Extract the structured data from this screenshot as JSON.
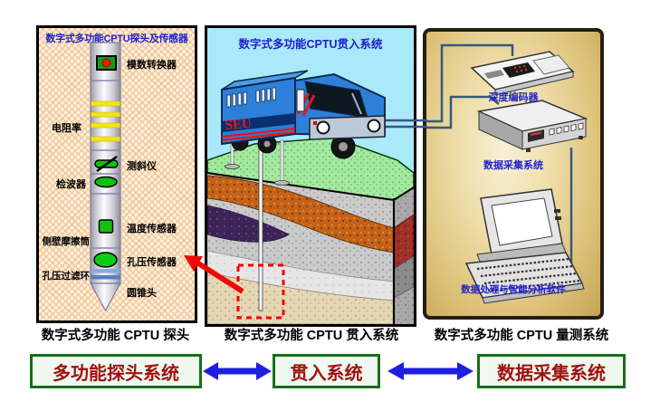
{
  "probe_panel": {
    "title": "数字式多功能CPTU探头及传感器",
    "caption": "数字式多功能 CPTU 探头",
    "labels": {
      "ad_converter": "模数转换器",
      "resistivity": "电阻率",
      "inclinometer": "测斜仪",
      "geophone": "检波器",
      "temperature_sensor": "温度传感器",
      "friction_sleeve": "侧壁摩擦筒",
      "pore_pressure_sensor": "孔压传感器",
      "filter_ring": "孔压过滤环",
      "cone_tip": "圆锥头"
    }
  },
  "penetration_panel": {
    "title": "数字式多功能CPTU贯入系统",
    "caption": "数字式多功能 CPTU 贯入系统",
    "truck_marking": "SEU"
  },
  "measurement_panel": {
    "caption": "数字式多功能 CPTU 量测系统",
    "device_labels": {
      "depth_encoder": "深度编码器",
      "data_acquisition": "数据采集系统",
      "software": "数据处理与智能分析软件"
    }
  },
  "flow_diagram": {
    "probe_box": "多功能探头系统",
    "penetration_box": "贯入系统",
    "acquisition_box": "数据采集系统"
  },
  "colors": {
    "title_blue": "#2121CC",
    "flow_text_red": "#A01212",
    "flow_border_green": "#157015",
    "arrow_blue": "#1F1FE0",
    "highlight_red": "#ED0909"
  }
}
